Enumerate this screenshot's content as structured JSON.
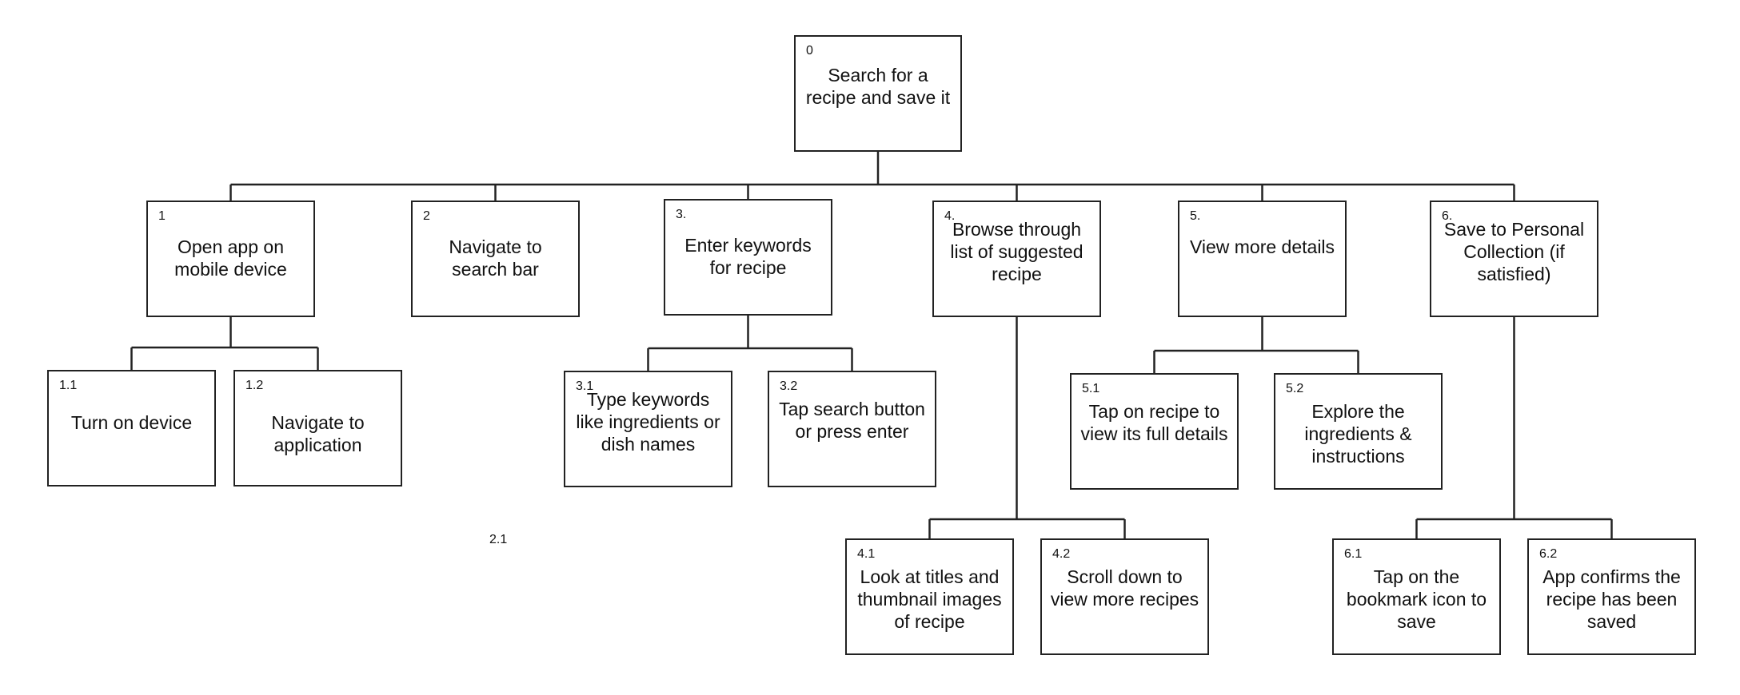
{
  "nodes": [
    {
      "id": "0",
      "num": "0",
      "label": "Search for a recipe and save it"
    },
    {
      "id": "1",
      "num": "1",
      "label": "Open app on mobile device"
    },
    {
      "id": "2",
      "num": "2",
      "label": "Navigate to search bar"
    },
    {
      "id": "3",
      "num": "3.",
      "label": "Enter keywords for recipe"
    },
    {
      "id": "4",
      "num": "4.",
      "label": "Browse through list of suggested recipe"
    },
    {
      "id": "5",
      "num": "5.",
      "label": "View more details"
    },
    {
      "id": "6",
      "num": "6.",
      "label": "Save to Personal Collection (if satisfied)"
    },
    {
      "id": "1.1",
      "num": "1.1",
      "label": "Turn on device"
    },
    {
      "id": "1.2",
      "num": "1.2",
      "label": "Navigate to application"
    },
    {
      "id": "3.1",
      "num": "3.1",
      "label": "Type keywords like ingredients or dish names"
    },
    {
      "id": "3.2",
      "num": "3.2",
      "label": "Tap search button or press enter"
    },
    {
      "id": "4.1",
      "num": "4.1",
      "label": "Look at titles and thumbnail images of recipe"
    },
    {
      "id": "4.2",
      "num": "4.2",
      "label": "Scroll down to view more recipes"
    },
    {
      "id": "5.1",
      "num": "5.1",
      "label": "Tap on recipe to view its full details"
    },
    {
      "id": "5.2",
      "num": "5.2",
      "label": "Explore the ingredients & instructions"
    },
    {
      "id": "6.1",
      "num": "6.1",
      "label": "Tap on the bookmark icon to save"
    },
    {
      "id": "6.2",
      "num": "6.2",
      "label": "App confirms the recipe has been saved"
    }
  ],
  "edges": [
    {
      "from": "0",
      "to": "1"
    },
    {
      "from": "0",
      "to": "2"
    },
    {
      "from": "0",
      "to": "3"
    },
    {
      "from": "0",
      "to": "4"
    },
    {
      "from": "0",
      "to": "5"
    },
    {
      "from": "0",
      "to": "6"
    },
    {
      "from": "1",
      "to": "1.1"
    },
    {
      "from": "1",
      "to": "1.2"
    },
    {
      "from": "3",
      "to": "3.1"
    },
    {
      "from": "3",
      "to": "3.2"
    },
    {
      "from": "4",
      "to": "4.1"
    },
    {
      "from": "4",
      "to": "4.2"
    },
    {
      "from": "5",
      "to": "5.1"
    },
    {
      "from": "5",
      "to": "5.2"
    },
    {
      "from": "6",
      "to": "6.1"
    },
    {
      "from": "6",
      "to": "6.2"
    }
  ],
  "stray_label": "2.1"
}
